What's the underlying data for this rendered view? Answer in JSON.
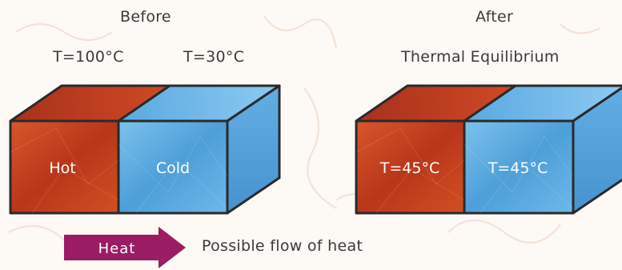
{
  "before": {
    "heading": "Before",
    "hot_temp": "T=100°C",
    "cold_temp": "T=30°C",
    "hot_label": "Hot",
    "cold_label": "Cold"
  },
  "after": {
    "heading": "After",
    "subheading": "Thermal Equilibrium",
    "left_label": "T=45°C",
    "right_label": "T=45°C"
  },
  "legend": {
    "arrow_label": "Heat",
    "description": "Possible flow of heat"
  },
  "colors": {
    "hot": "#c8451e",
    "cold": "#5aaee4",
    "arrow": "#9a1c63",
    "outline": "#2a2a2a"
  }
}
